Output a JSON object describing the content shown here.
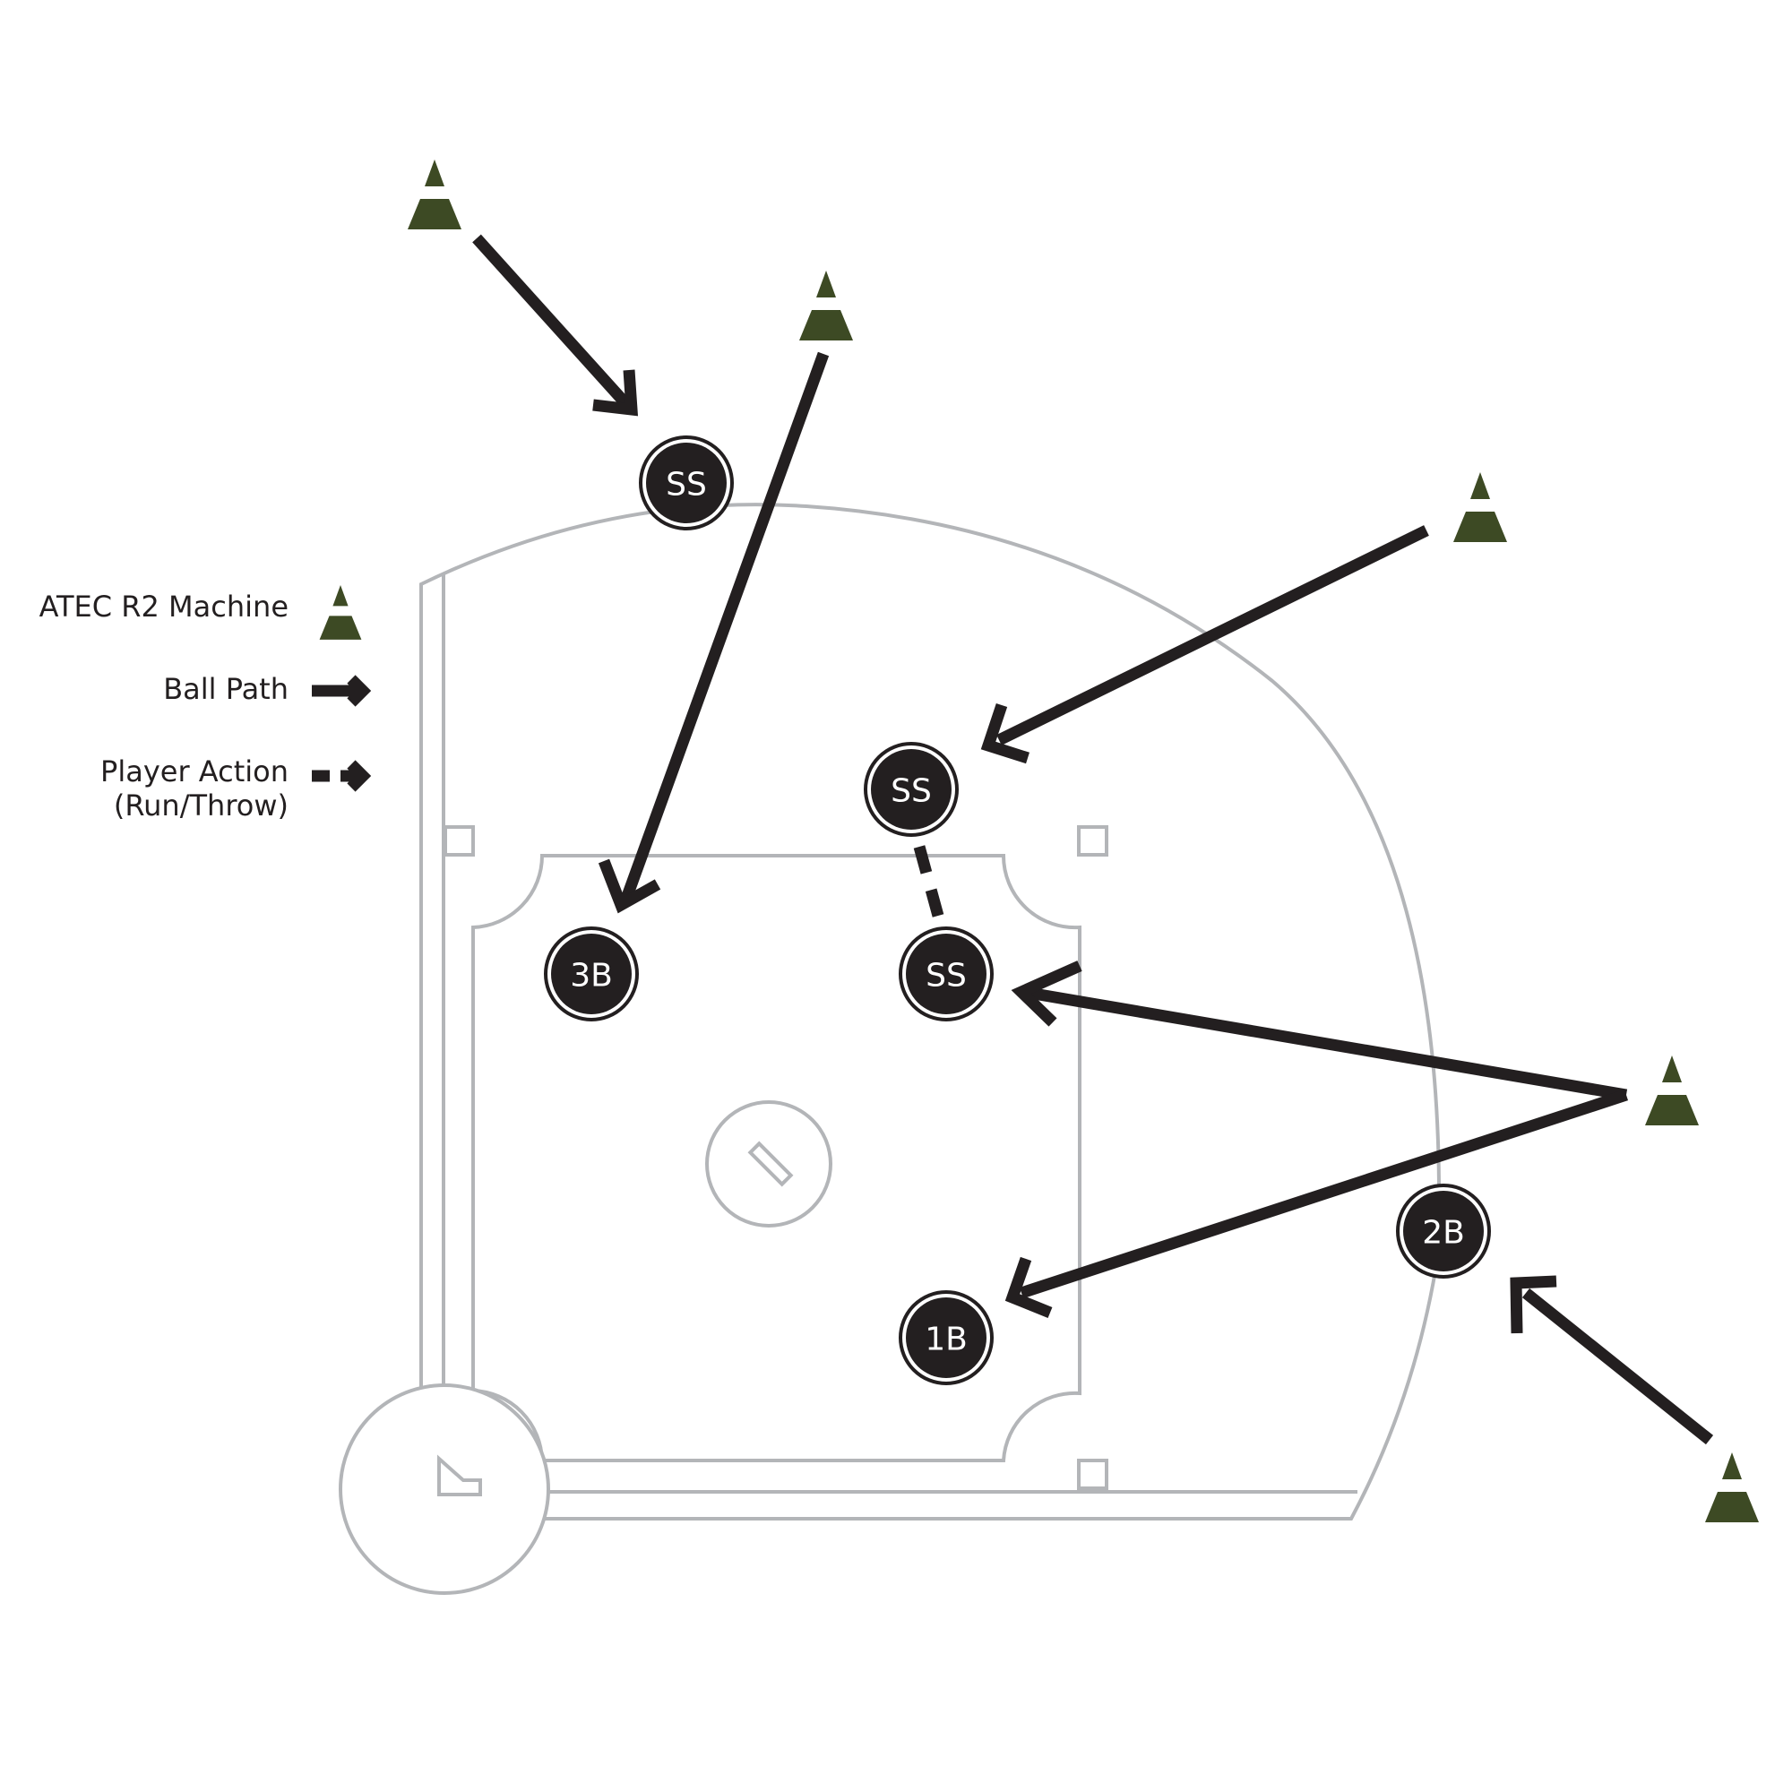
{
  "legend": {
    "machine_label": "ATEC R2 Machine",
    "ball_path_label": "Ball Path",
    "player_action_label_line1": "Player Action",
    "player_action_label_line2": "(Run/Throw)"
  },
  "players": [
    {
      "id": "ss-deep",
      "label": "SS"
    },
    {
      "id": "ss-mid",
      "label": "SS"
    },
    {
      "id": "ss-inner",
      "label": "SS"
    },
    {
      "id": "third-base",
      "label": "3B"
    },
    {
      "id": "first-base",
      "label": "1B"
    },
    {
      "id": "second-base",
      "label": "2B"
    }
  ],
  "colors": {
    "field_lines": "#b3b5b8",
    "player_fill": "#231f20",
    "arrow": "#231f20",
    "machine": "#3d4a24"
  },
  "icons": {
    "machine": "atec-r2-machine-icon",
    "ball_path": "solid-arrow-icon",
    "player_action": "dashed-arrow-icon"
  }
}
